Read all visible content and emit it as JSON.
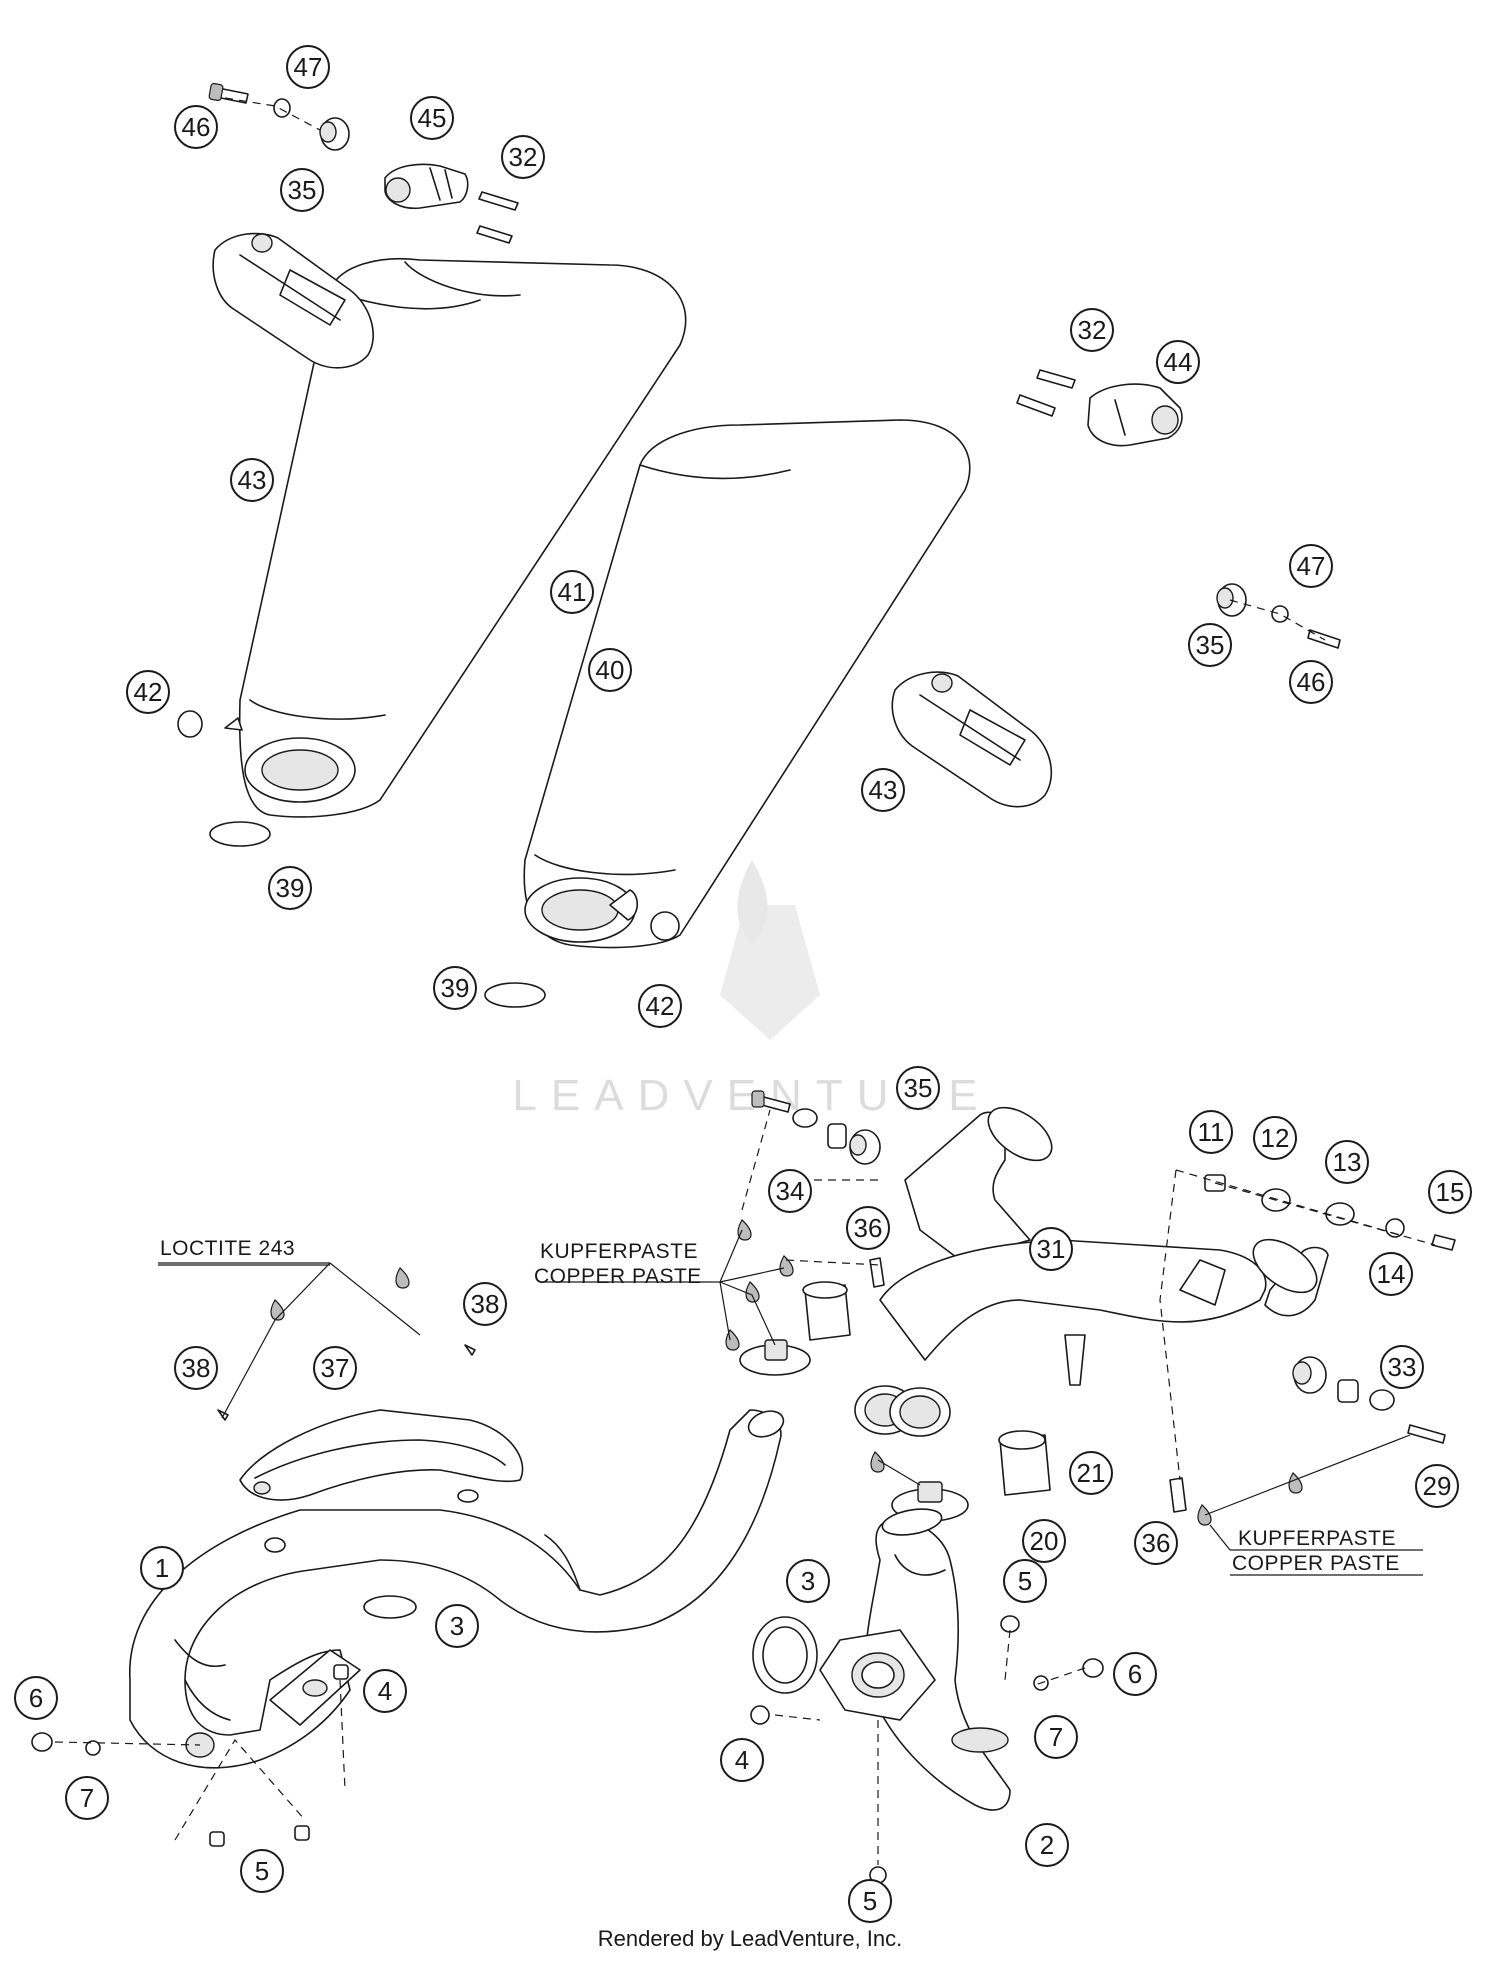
{
  "notes": {
    "loctite": "LOCTITE 243",
    "kupfer_1_de": "KUPFERPASTE",
    "kupfer_1_en": "COPPER PASTE",
    "kupfer_2_de": "KUPFERPASTE",
    "kupfer_2_en": "COPPER PASTE"
  },
  "watermark": "LEADVENTURE",
  "footer": "Rendered by LeadVenture, Inc.",
  "callouts": {
    "c47a": "47",
    "c46a": "46",
    "c45": "45",
    "c32a": "32",
    "c35a": "35",
    "c43a": "43",
    "c41": "41",
    "c40": "40",
    "c42a": "42",
    "c39a": "39",
    "c39b": "39",
    "c42b": "42",
    "c32b": "32",
    "c44": "44",
    "c47b": "47",
    "c35b": "35",
    "c46b": "46",
    "c43b": "43",
    "c35c": "35",
    "c34": "34",
    "c36a": "36",
    "c31": "31",
    "c11": "11",
    "c12": "12",
    "c13": "13",
    "c15": "15",
    "c14": "14",
    "c33": "33",
    "c21": "21",
    "c20": "20",
    "c29": "29",
    "c36b": "36",
    "c38a": "38",
    "c38b": "38",
    "c37": "37",
    "c1": "1",
    "c3a": "3",
    "c4a": "4",
    "c6a": "6",
    "c7a": "7",
    "c5a": "5",
    "c3b": "3",
    "c5b": "5",
    "c6b": "6",
    "c7b": "7",
    "c4b": "4",
    "c2": "2",
    "c5c": "5"
  }
}
